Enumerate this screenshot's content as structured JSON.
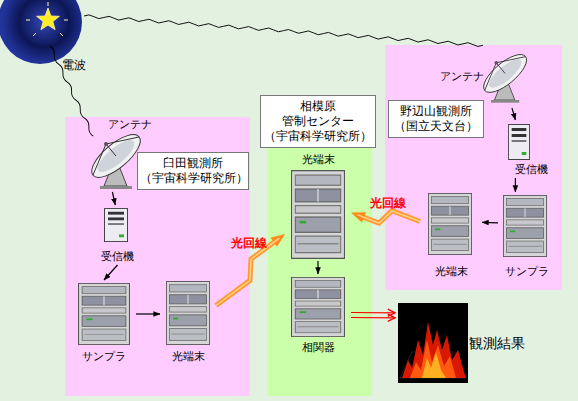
{
  "diagram": {
    "nodes": [
      {
        "text": [
          "臼田観測所 （宇宙科学研究所）"
        ]
      },
      {
        "text": [
          "アンテナ"
        ],
        "in": 0
      },
      {
        "text": [
          "受信機"
        ],
        "in": 0
      },
      {
        "text": [
          "サンプラ"
        ],
        "in": 0
      },
      {
        "text": [
          "光端末"
        ],
        "in": 0
      },
      {
        "text": [
          "相模原 管制センター （宇宙科学研究所）"
        ]
      },
      {
        "text": [
          "光端末"
        ],
        "in": 5
      },
      {
        "text": [
          "相関器"
        ],
        "in": 5
      },
      {
        "text": [
          "野辺山観測所 （国立天文台）"
        ]
      },
      {
        "text": [
          "アンテナ"
        ],
        "in": 8
      },
      {
        "text": [
          "受信機"
        ],
        "in": 8
      },
      {
        "text": [
          "サンプラ"
        ],
        "in": 8
      },
      {
        "text": [
          "光端末"
        ],
        "in": 8
      },
      {
        "text": [
          "観測結果"
        ]
      }
    ],
    "edges": [
      {
        "from": 1,
        "to": 2,
        "arrow": "to"
      },
      {
        "from": 2,
        "to": 3,
        "arrow": "to"
      },
      {
        "from": 3,
        "to": 4,
        "arrow": "to"
      },
      {
        "from": 4,
        "to": 6,
        "label": "光回線",
        "arrow": "to"
      },
      {
        "from": 9,
        "to": 10,
        "arrow": "to"
      },
      {
        "from": 10,
        "to": 11,
        "arrow": "to"
      },
      {
        "from": 11,
        "to": 12,
        "arrow": "to"
      },
      {
        "from": 12,
        "to": 6,
        "label": "光回線",
        "arrow": "to"
      },
      {
        "from": 6,
        "to": 7,
        "arrow": "to"
      },
      {
        "from": 7,
        "to": 13,
        "arrow": "to"
      }
    ],
    "labels": [
      "電波"
    ]
  }
}
